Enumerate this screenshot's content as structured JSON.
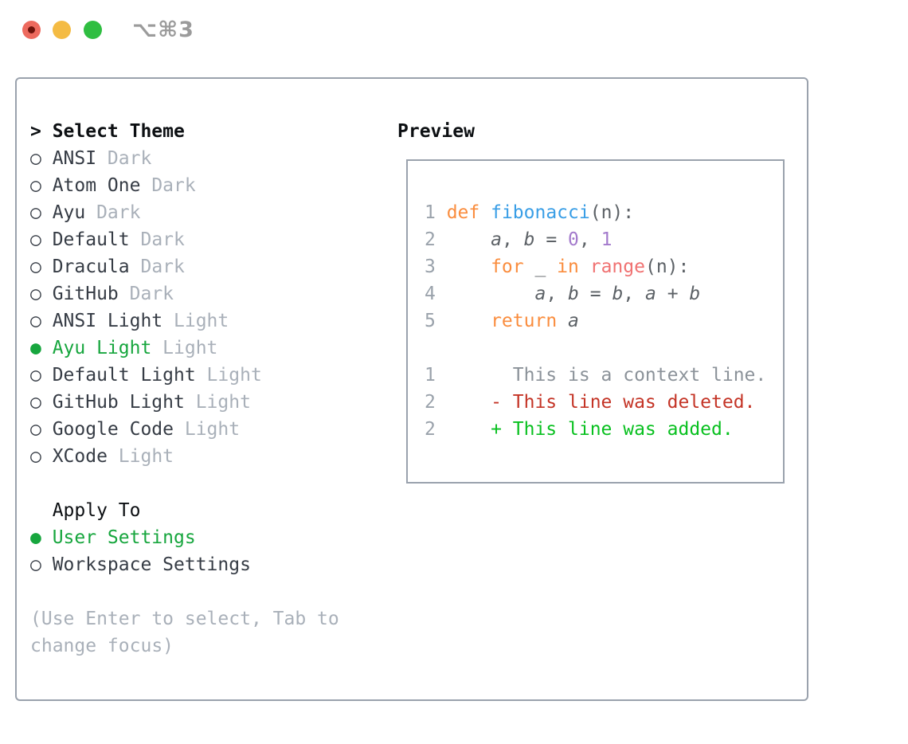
{
  "titlebar": {
    "shortcut": "⌥⌘3"
  },
  "theme_picker": {
    "header": {
      "prefix": ">",
      "label": "Select Theme"
    },
    "items": [
      {
        "name": "ANSI",
        "variant": "Dark",
        "selected": false
      },
      {
        "name": "Atom One",
        "variant": "Dark",
        "selected": false
      },
      {
        "name": "Ayu",
        "variant": "Dark",
        "selected": false
      },
      {
        "name": "Default",
        "variant": "Dark",
        "selected": false
      },
      {
        "name": "Dracula",
        "variant": "Dark",
        "selected": false
      },
      {
        "name": "GitHub",
        "variant": "Dark",
        "selected": false
      },
      {
        "name": "ANSI Light",
        "variant": "Light",
        "selected": false
      },
      {
        "name": "Ayu Light",
        "variant": "Light",
        "selected": true
      },
      {
        "name": "Default Light",
        "variant": "Light",
        "selected": false
      },
      {
        "name": "GitHub Light",
        "variant": "Light",
        "selected": false
      },
      {
        "name": "Google Code",
        "variant": "Light",
        "selected": false
      },
      {
        "name": "XCode",
        "variant": "Light",
        "selected": false
      }
    ],
    "markers": {
      "selected": "●",
      "unselected": "○"
    },
    "apply_to": {
      "label": "Apply To",
      "options": [
        {
          "name": "User Settings",
          "selected": true
        },
        {
          "name": "Workspace Settings",
          "selected": false
        }
      ]
    },
    "help": [
      "(Use Enter to select, Tab to",
      "change focus)"
    ]
  },
  "preview": {
    "title": "Preview",
    "code_lines": [
      {
        "num": "1",
        "segs": [
          {
            "t": "def",
            "c": "kw"
          },
          {
            "t": " ",
            "c": "fg"
          },
          {
            "t": "fibonacci",
            "c": "fn"
          },
          {
            "t": "(n):",
            "c": "fg"
          }
        ]
      },
      {
        "num": "2",
        "segs": [
          {
            "t": "    ",
            "c": "fg"
          },
          {
            "t": "a",
            "c": "var"
          },
          {
            "t": ", ",
            "c": "fg"
          },
          {
            "t": "b",
            "c": "var"
          },
          {
            "t": " = ",
            "c": "fg"
          },
          {
            "t": "0",
            "c": "num"
          },
          {
            "t": ", ",
            "c": "fg"
          },
          {
            "t": "1",
            "c": "num"
          }
        ]
      },
      {
        "num": "3",
        "segs": [
          {
            "t": "    ",
            "c": "fg"
          },
          {
            "t": "for",
            "c": "kw"
          },
          {
            "t": " _ ",
            "c": "fg"
          },
          {
            "t": "in",
            "c": "kw"
          },
          {
            "t": " ",
            "c": "fg"
          },
          {
            "t": "range",
            "c": "call"
          },
          {
            "t": "(n):",
            "c": "fg"
          }
        ]
      },
      {
        "num": "4",
        "segs": [
          {
            "t": "        ",
            "c": "fg"
          },
          {
            "t": "a",
            "c": "var"
          },
          {
            "t": ", ",
            "c": "fg"
          },
          {
            "t": "b",
            "c": "var"
          },
          {
            "t": " = ",
            "c": "fg"
          },
          {
            "t": "b",
            "c": "var"
          },
          {
            "t": ", ",
            "c": "fg"
          },
          {
            "t": "a",
            "c": "var"
          },
          {
            "t": " + ",
            "c": "fg"
          },
          {
            "t": "b",
            "c": "var"
          }
        ]
      },
      {
        "num": "5",
        "segs": [
          {
            "t": "    ",
            "c": "fg"
          },
          {
            "t": "return",
            "c": "kw"
          },
          {
            "t": " ",
            "c": "fg"
          },
          {
            "t": "a",
            "c": "var"
          }
        ]
      },
      {
        "blank": true
      },
      {
        "num": "1",
        "segs": [
          {
            "t": "      This is a context line.",
            "c": "ctx"
          }
        ]
      },
      {
        "num": "2",
        "segs": [
          {
            "t": "    - This line was deleted.",
            "c": "del"
          }
        ]
      },
      {
        "num": "2",
        "segs": [
          {
            "t": "    + This line was added.",
            "c": "add"
          }
        ]
      }
    ]
  },
  "colors": {
    "kw": "#fa8d3e",
    "fn": "#399ee6",
    "numc": "#a37acc",
    "call": "#f07171",
    "fg": "#5c6166",
    "linenum": "#9aa2ab",
    "ctx": "#8b9299",
    "del": "#c43426",
    "add": "#08c01f",
    "selected": "#17a63e",
    "item_name": "#363c45",
    "variant": "#a9b0b9",
    "help": "#a9b0b9",
    "header": "#0c0f12",
    "border": "#9aa2ad",
    "shortcut": "#9b9b9b",
    "tl_red": "#ed6a5e",
    "tl_red_dot": "#6e130b",
    "tl_yellow": "#f4bb43",
    "tl_green": "#2fbe41"
  }
}
